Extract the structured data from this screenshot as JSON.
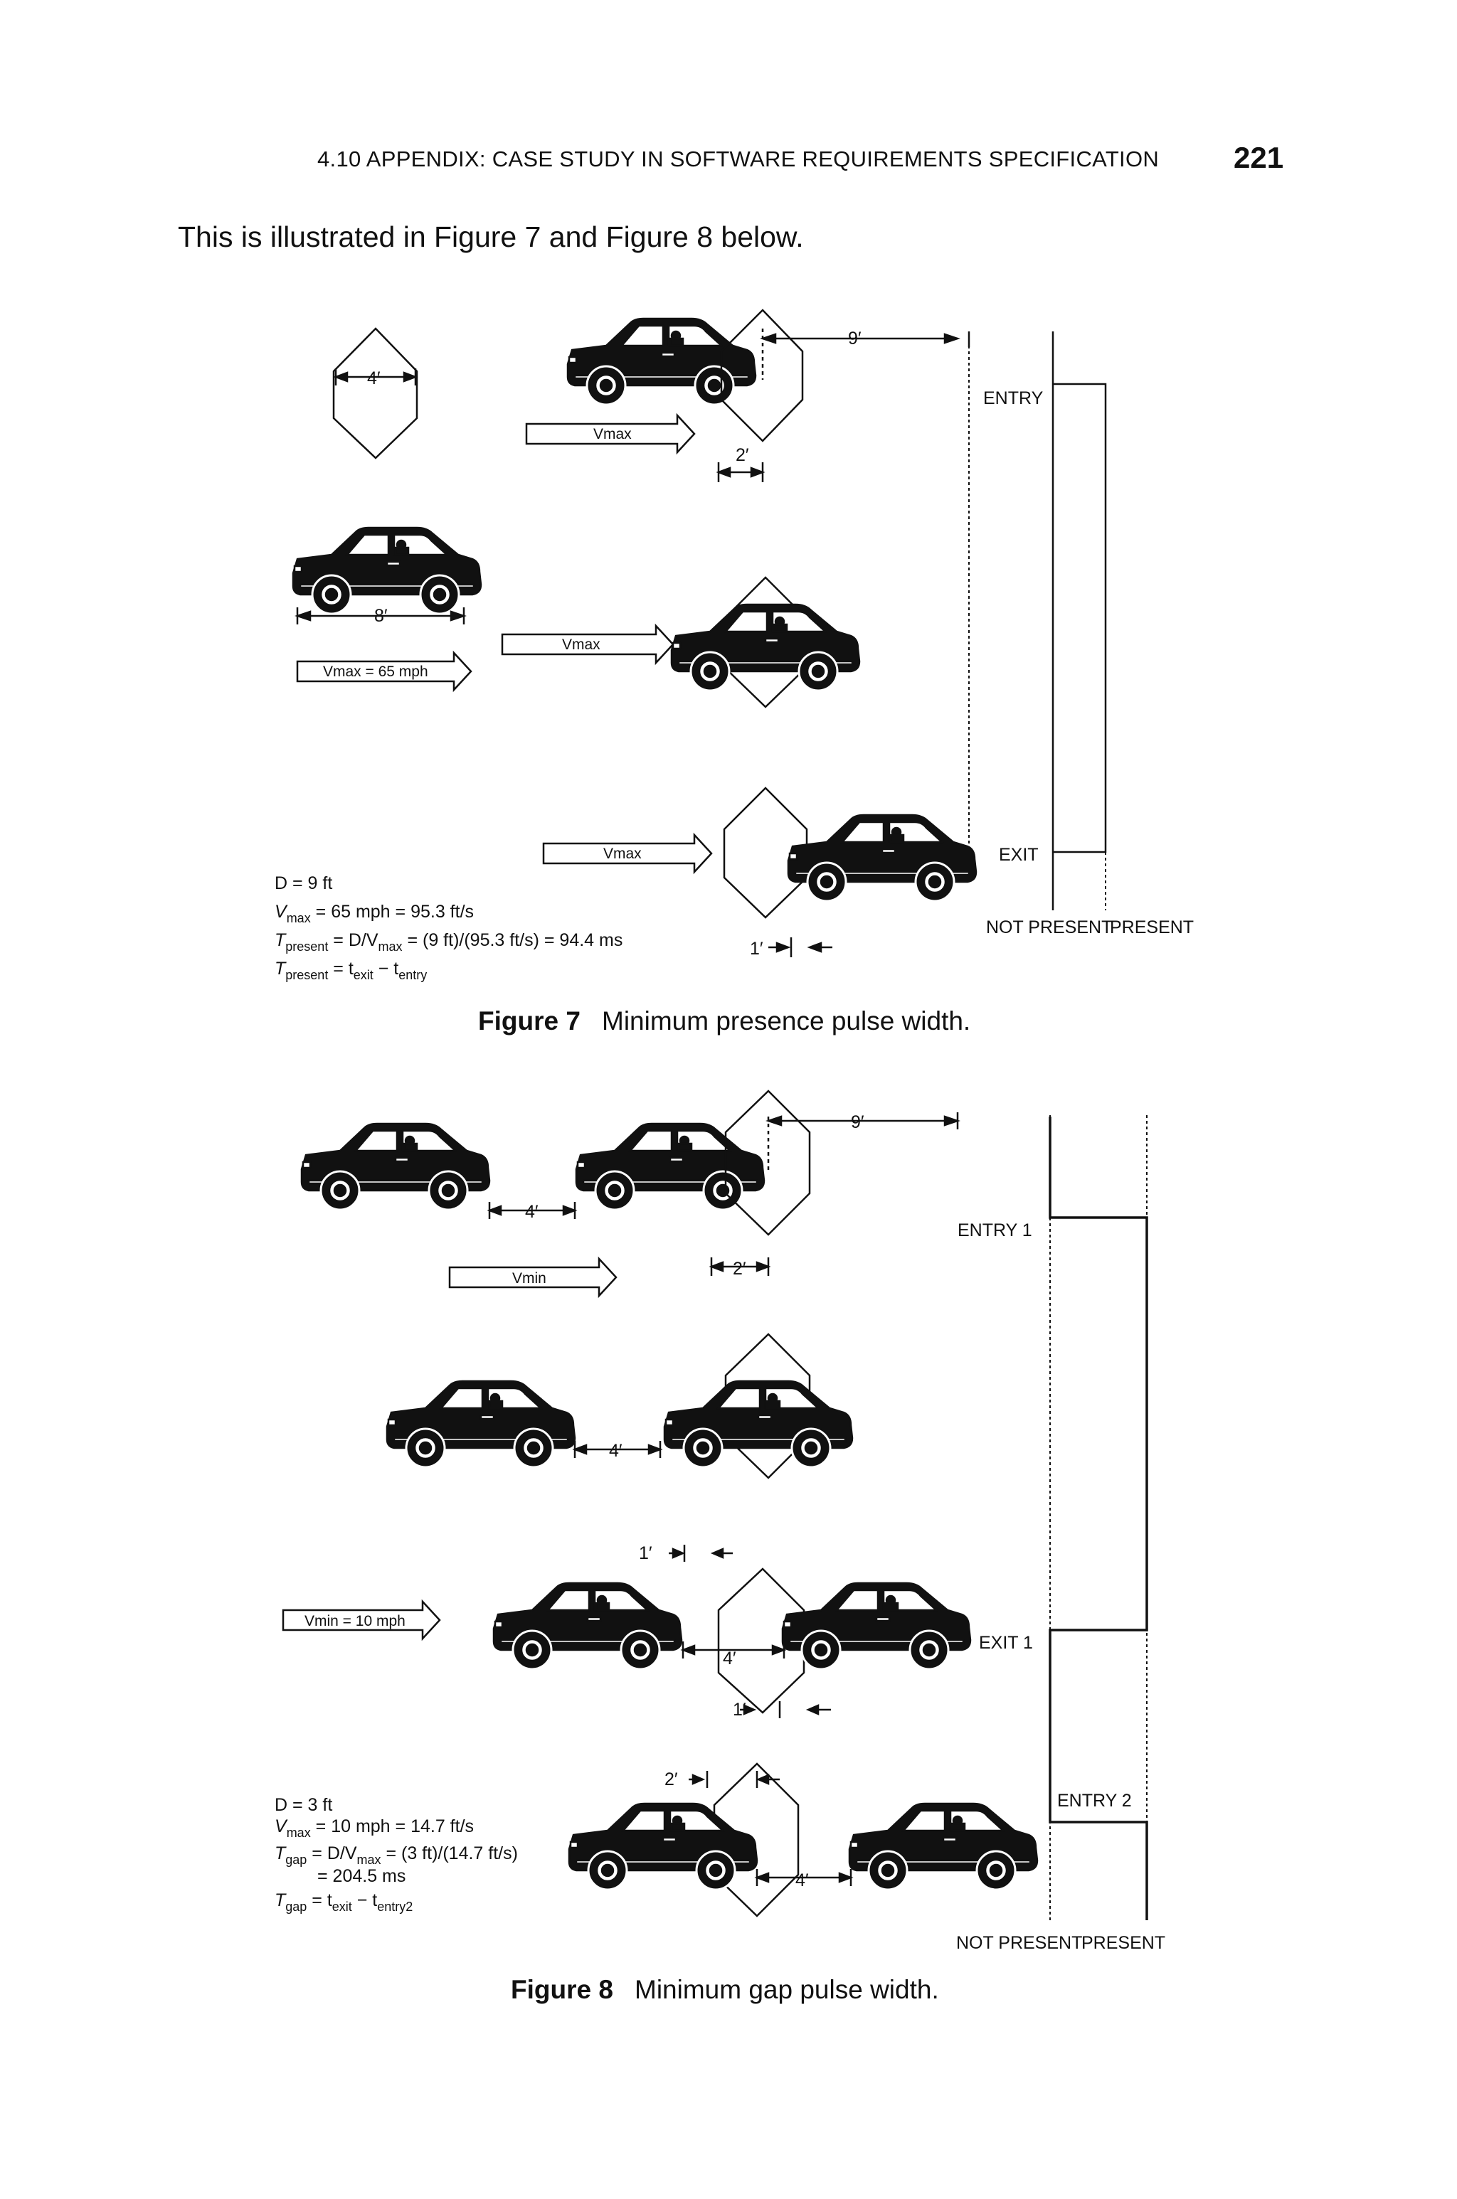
{
  "header": {
    "section_title": "4.10   APPENDIX: CASE STUDY IN SOFTWARE REQUIREMENTS SPECIFICATION",
    "page_number": "221"
  },
  "body": {
    "intro": "This is illustrated in Figure 7 and Figure 8 below."
  },
  "figure7": {
    "label": "Figure 7",
    "caption": "Minimum presence pulse width.",
    "dim_4": "4′",
    "dim_9": "9′",
    "dim_2": "2′",
    "dim_8": "8′",
    "dim_1": "1′",
    "vmax": "Vmax",
    "vmax_65": "Vmax = 65 mph",
    "entry": "ENTRY",
    "exit": "EXIT",
    "not_present": "NOT PRESENT",
    "present": "PRESENT",
    "eq": {
      "d": "D = 9 ft",
      "vmax_v": "V",
      "vmax_sub": "max",
      "vmax_rest": " = 65 mph = 95.3 ft/s",
      "t_v": "T",
      "t_sub": "present",
      "t_eq": " = D/V",
      "t_sub2": "max",
      "t_rest": " = (9 ft)/(95.3 ft/s) = 94.4 ms",
      "t2_eq": " = t",
      "t2_sub1": "exit",
      "t2_minus": " − t",
      "t2_sub2": "entry"
    }
  },
  "figure8": {
    "label": "Figure 8",
    "caption": "Minimum gap pulse width.",
    "dim_9": "9′",
    "dim_4": "4′",
    "dim_2": "2′",
    "dim_1": "1′",
    "vmin": "Vmin",
    "vmin_10": "Vmin = 10 mph",
    "entry1": "ENTRY 1",
    "exit1": "EXIT 1",
    "entry2": "ENTRY 2",
    "not_present": "NOT PRESENT",
    "present": "PRESENT",
    "eq": {
      "d": "D = 3 ft",
      "v_v": "V",
      "v_sub": "max",
      "v_rest": " = 10 mph = 14.7 ft/s",
      "t_v": "T",
      "t_sub": "gap",
      "t_eq": " = D/V",
      "t_sub2": "max",
      "t_rest": " = (3 ft)/(14.7 ft/s)",
      "t_result": "= 204.5 ms",
      "t2_eq": " = t",
      "t2_sub1": "exit",
      "t2_minus": " − t",
      "t2_sub2": "entry2"
    }
  }
}
